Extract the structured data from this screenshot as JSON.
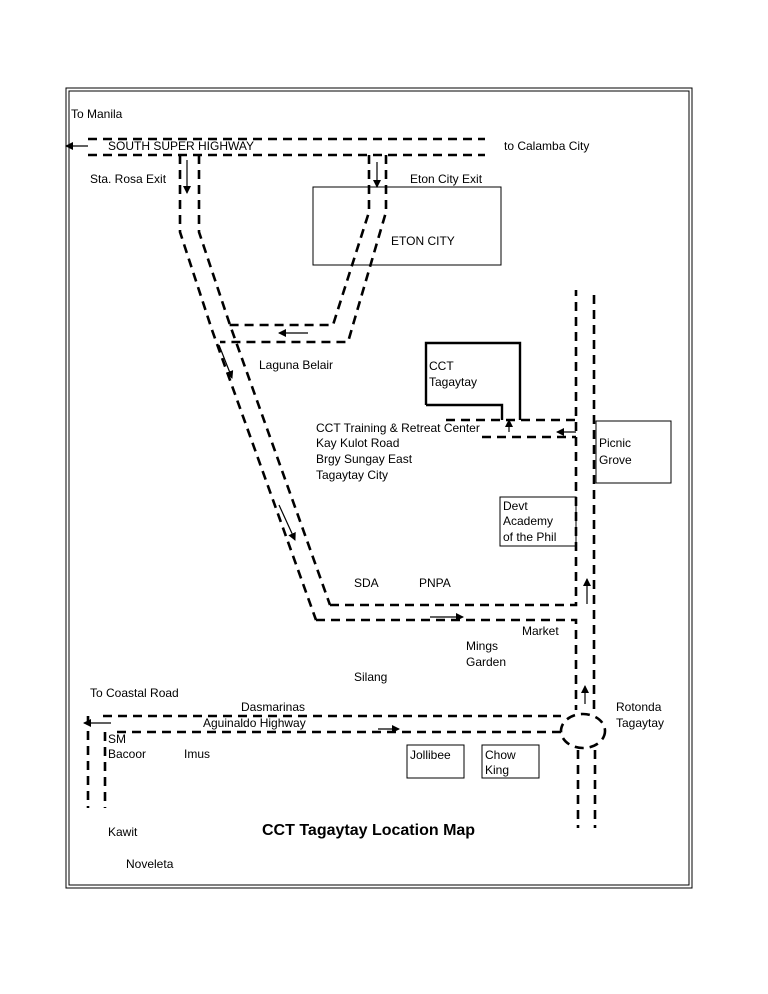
{
  "title": "CCT Tagaytay Location Map",
  "labels": {
    "to_manila": "To  Manila",
    "south_super_highway": "SOUTH SUPER HIGHWAY",
    "to_calamba": "to Calamba City",
    "sta_rosa_exit": "Sta. Rosa Exit",
    "eton_city_exit": "Eton City Exit",
    "eton_city": "ETON CITY",
    "laguna_belair": "Laguna Belair",
    "cct_line1": "CCT",
    "cct_line2": "Tagaytay",
    "address_line1": "CCT Training & Retreat Center",
    "address_line2": "Kay Kulot Road",
    "address_line3": "Brgy  Sungay East",
    "address_line4": "Tagaytay City",
    "picnic_line1": "Picnic",
    "picnic_line2": "Grove",
    "devt_line1": "Devt",
    "devt_line2": "Academy",
    "devt_line3": "of the Phil",
    "sda": "SDA",
    "pnpa": "PNPA",
    "market": "Market",
    "mings_line1": "Mings",
    "mings_line2": "Garden",
    "silang": "Silang",
    "to_coastal_road": "To Coastal Road",
    "dasmarinas": "Dasmarinas",
    "aguinaldo_highway": "Aguinaldo Highway",
    "rotonda_line1": "Rotonda",
    "rotonda_line2": "Tagaytay",
    "sm_line1": "SM",
    "sm_line2": "Bacoor",
    "imus": "Imus",
    "jollibee": "Jollibee",
    "chow_line1": "Chow",
    "chow_line2": "King",
    "kawit": "Kawit",
    "noveleta": "Noveleta"
  }
}
